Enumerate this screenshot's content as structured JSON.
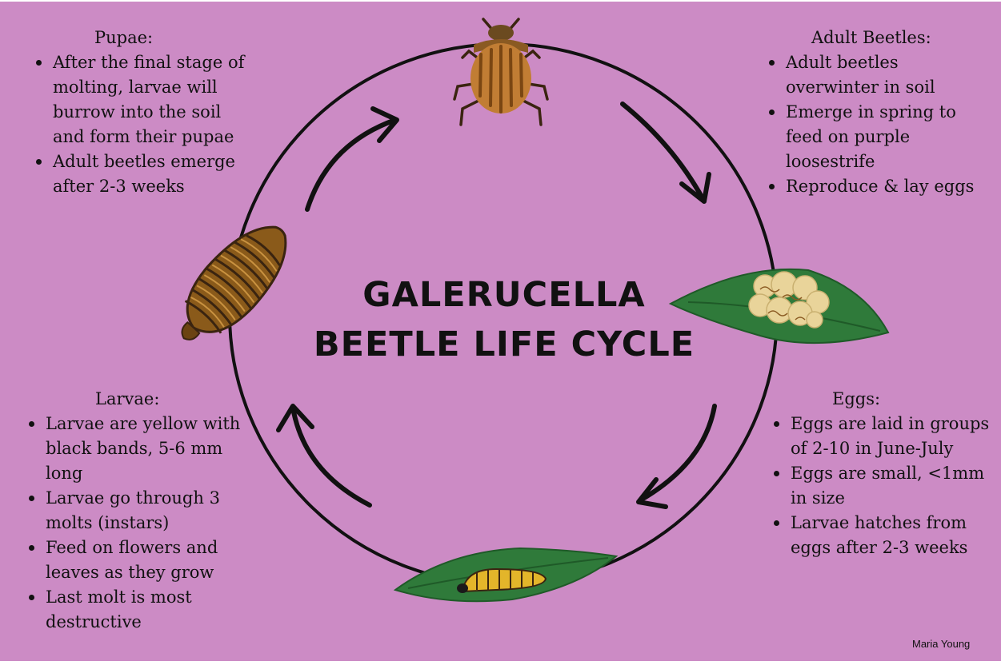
{
  "title": {
    "line1": "GALERUCELLA",
    "line2": "BEETLE LIFE CYCLE"
  },
  "stages": {
    "pupae": {
      "heading": "Pupae:",
      "bullets": [
        "After the final stage of molting, larvae will burrow into the soil and form their pupae",
        "Adult beetles emerge after 2-3 weeks"
      ]
    },
    "adult": {
      "heading": "Adult Beetles:",
      "bullets": [
        "Adult beetles overwinter in soil",
        "Emerge in spring to feed on purple loosestrife",
        "Reproduce & lay eggs"
      ]
    },
    "larvae": {
      "heading": "Larvae:",
      "bullets": [
        "Larvae are yellow with black bands, 5-6 mm long",
        "Larvae go through 3 molts (instars)",
        "Feed on flowers and leaves as they grow",
        "Last molt is most destructive"
      ]
    },
    "eggs": {
      "heading": "Eggs:",
      "bullets": [
        "Eggs are laid in groups of 2-10 in June-July",
        "Eggs are small, <1mm in size",
        "Larvae hatches from eggs after 2-3 weeks"
      ]
    }
  },
  "credit": "Maria Young",
  "colors": {
    "background": "#cc8bc5",
    "cycle_line": "#111111",
    "leaf": "#2e7d3e",
    "beetle": "#b8732e",
    "pupa": "#8a5a1a",
    "larva": "#e3b52a",
    "eggs": "#e9d49a"
  },
  "icons": [
    "beetle-icon",
    "leaf-with-eggs-icon",
    "larva-on-leaf-icon",
    "pupa-icon",
    "cycle-arrow-icon"
  ]
}
